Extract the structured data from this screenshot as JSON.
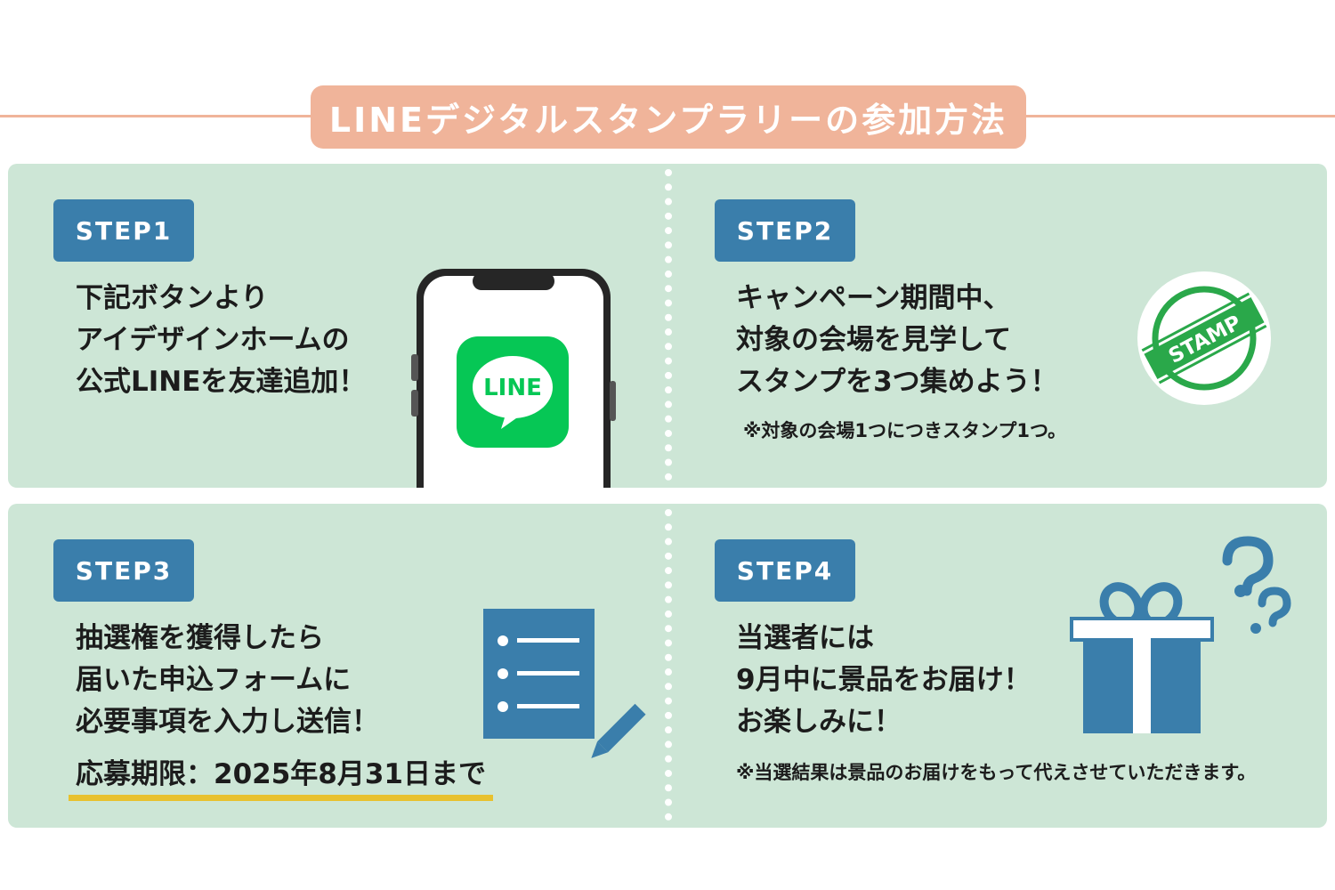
{
  "title": "LINEデジタルスタンプラリーの参加方法",
  "colors": {
    "accent": "#f0b49a",
    "panel": "#cde6d6",
    "badge": "#3a7eab",
    "line_green": "#06c755",
    "highlight": "#e8c12f"
  },
  "steps": [
    {
      "label": "STEP1",
      "lines": [
        "下記ボタンより",
        "アイデザインホームの",
        "公式LINEを友達追加！"
      ],
      "icon": "smartphone-line-app-icon",
      "app_label": "LINE"
    },
    {
      "label": "STEP2",
      "lines": [
        "キャンペーン期間中、",
        "対象の会場を見学して",
        "スタンプを3つ集めよう！"
      ],
      "note": "※対象の会場1つにつきスタンプ1つ。",
      "icon": "stamp-icon",
      "stamp_label": "STAMP"
    },
    {
      "label": "STEP3",
      "lines": [
        "抽選権を獲得したら",
        "届いた申込フォームに",
        "必要事項を入力し送信！"
      ],
      "deadline": "応募期限：2025年8月31日まで",
      "icon": "form-pencil-icon"
    },
    {
      "label": "STEP4",
      "lines": [
        "当選者には",
        "9月中に景品をお届け！",
        "お楽しみに！"
      ],
      "note": "※当選結果は景品のお届けをもって代えさせていただきます。",
      "icon": "gift-box-icon"
    }
  ]
}
